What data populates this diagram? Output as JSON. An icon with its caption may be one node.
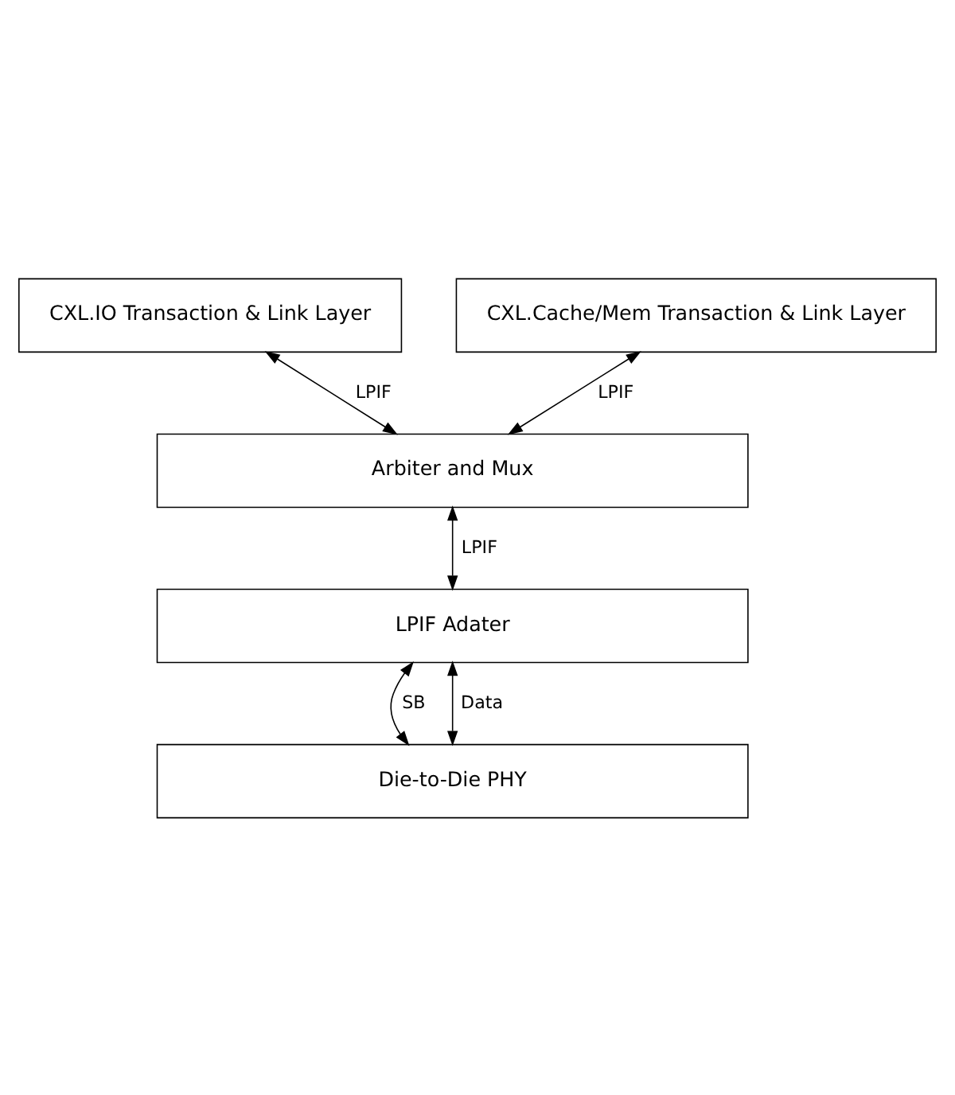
{
  "diagram": {
    "nodes": [
      {
        "text": [
          "CXL.IO Transaction & Link Layer"
        ]
      },
      {
        "text": [
          "CXL.Cache/Mem Transaction & Link Layer"
        ]
      },
      {
        "text": [
          "Arbiter and Mux"
        ]
      },
      {
        "text": [
          "LPIF Adater"
        ]
      },
      {
        "text": [
          "Die-to-Die PHY"
        ]
      }
    ],
    "edges": [
      {
        "from": 0,
        "to": 2,
        "arrow": "both",
        "label": "LPIF"
      },
      {
        "from": 1,
        "to": 2,
        "arrow": "both",
        "label": "LPIF"
      },
      {
        "from": 2,
        "to": 3,
        "arrow": "both",
        "label": "LPIF"
      },
      {
        "from": 3,
        "to": 4,
        "arrow": "both",
        "label": "SB"
      },
      {
        "from": 3,
        "to": 4,
        "arrow": "both",
        "label": "Data"
      }
    ]
  }
}
